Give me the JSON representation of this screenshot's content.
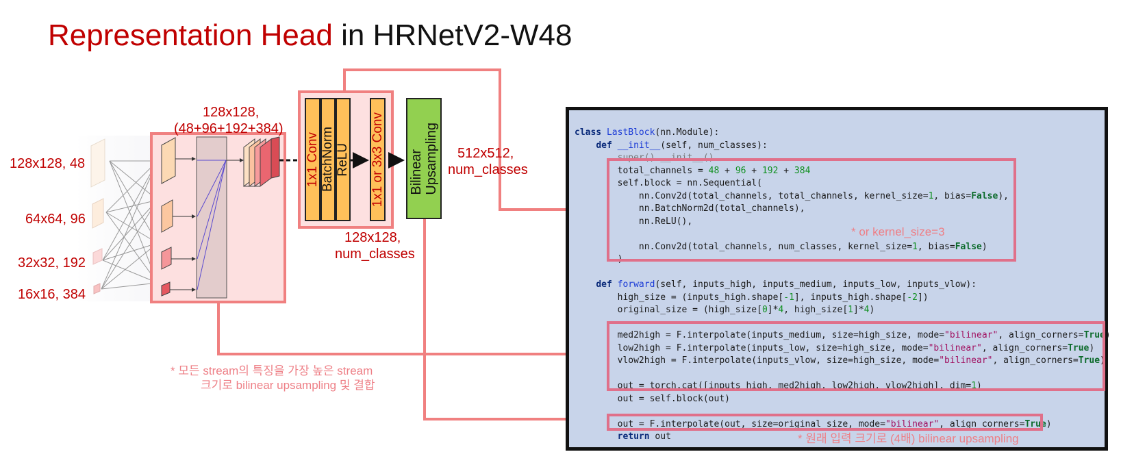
{
  "title": {
    "red": "Representation Head",
    "black": " in HRNetV2-W48"
  },
  "inputs": [
    "128x128, 48",
    "64x64, 96",
    "32x32, 192",
    "16x16, 384"
  ],
  "concat_label": {
    "line1": "128x128,",
    "line2": "(48+96+192+384)"
  },
  "blocks": {
    "conv": "1x1 Conv",
    "bn": "BatchNorm",
    "relu": "ReLU",
    "conv2": "1x1 or 3x3 Conv",
    "upsample_l1": "Bilinear",
    "upsample_l2": "Upsampling"
  },
  "head_output": {
    "line1": "128x128,",
    "line2": "num_classes"
  },
  "final_output": {
    "line1": "512x512,",
    "line2": "num_classes"
  },
  "notes": {
    "kernel": "* or kernel_size=3",
    "concat_l1": "* 모든 stream의 특징을 가장 높은 stream",
    "concat_l2": "크기로 bilinear upsampling 및 결합",
    "upsample": "* 원래 입력 크기로 (4배) bilinear upsampling"
  },
  "code_lines": [
    [
      [
        "class ",
        "kw"
      ],
      [
        "LastBlock",
        "fn"
      ],
      [
        "(nn.Module):",
        ""
      ]
    ],
    [
      [
        "    ",
        ""
      ],
      [
        "def ",
        "kw"
      ],
      [
        "__init__",
        "fn"
      ],
      [
        "(self, num_classes):",
        ""
      ]
    ],
    [
      [
        "        super().__init__()",
        "ghost"
      ]
    ],
    [
      [
        "        total_channels = ",
        ""
      ],
      [
        "48",
        "num"
      ],
      [
        " + ",
        ""
      ],
      [
        "96",
        "num"
      ],
      [
        " + ",
        ""
      ],
      [
        "192",
        "num"
      ],
      [
        " + ",
        ""
      ],
      [
        "384",
        "num"
      ]
    ],
    [
      [
        "        self.block = nn.Sequential(",
        ""
      ]
    ],
    [
      [
        "            nn.Conv2d(total_channels, total_channels, kernel_size=",
        ""
      ],
      [
        "1",
        "num"
      ],
      [
        ", bias=",
        ""
      ],
      [
        "False",
        "bool"
      ],
      [
        "),",
        ""
      ]
    ],
    [
      [
        "            nn.BatchNorm2d(total_channels),",
        ""
      ]
    ],
    [
      [
        "            nn.ReLU(),",
        ""
      ]
    ],
    [
      [
        "",
        ""
      ]
    ],
    [
      [
        "            nn.Conv2d(total_channels, num_classes, kernel_size=",
        ""
      ],
      [
        "1",
        "num"
      ],
      [
        ", bias=",
        ""
      ],
      [
        "False",
        "bool"
      ],
      [
        ")",
        ""
      ]
    ],
    [
      [
        "        )",
        ""
      ]
    ],
    [
      [
        "",
        ""
      ]
    ],
    [
      [
        "    ",
        ""
      ],
      [
        "def ",
        "kw"
      ],
      [
        "forward",
        "fn"
      ],
      [
        "(self, inputs_high, inputs_medium, inputs_low, inputs_vlow):",
        ""
      ]
    ],
    [
      [
        "        high_size = (inputs_high.shape[",
        ""
      ],
      [
        "-1",
        "num"
      ],
      [
        "], inputs_high.shape[",
        ""
      ],
      [
        "-2",
        "num"
      ],
      [
        "])",
        ""
      ]
    ],
    [
      [
        "        original_size = (high_size[",
        ""
      ],
      [
        "0",
        "num"
      ],
      [
        "]*",
        ""
      ],
      [
        "4",
        "num"
      ],
      [
        ", high_size[",
        ""
      ],
      [
        "1",
        "num"
      ],
      [
        "]*",
        ""
      ],
      [
        "4",
        "num"
      ],
      [
        ")",
        ""
      ]
    ],
    [
      [
        "",
        ""
      ]
    ],
    [
      [
        "        med2high = F.interpolate(inputs_medium, size=high_size, mode=",
        ""
      ],
      [
        "\"bilinear\"",
        "str"
      ],
      [
        ", align_corners=",
        ""
      ],
      [
        "True",
        "bool"
      ],
      [
        ")",
        ""
      ]
    ],
    [
      [
        "        low2high = F.interpolate(inputs_low, size=high_size, mode=",
        ""
      ],
      [
        "\"bilinear\"",
        "str"
      ],
      [
        ", align_corners=",
        ""
      ],
      [
        "True",
        "bool"
      ],
      [
        ")",
        ""
      ]
    ],
    [
      [
        "        vlow2high = F.interpolate(inputs_vlow, size=high_size, mode=",
        ""
      ],
      [
        "\"bilinear\"",
        "str"
      ],
      [
        ", align_corners=",
        ""
      ],
      [
        "True",
        "bool"
      ],
      [
        ")",
        ""
      ]
    ],
    [
      [
        "",
        ""
      ]
    ],
    [
      [
        "        out = torch.cat([inputs_high, med2high, low2high, vlow2high], dim=",
        ""
      ],
      [
        "1",
        "num"
      ],
      [
        ")",
        ""
      ]
    ],
    [
      [
        "        out = self.block(out)",
        ""
      ]
    ],
    [
      [
        "",
        ""
      ]
    ],
    [
      [
        "        out = F.interpolate(out, size=original_size, mode=",
        ""
      ],
      [
        "\"bilinear\"",
        "str"
      ],
      [
        ", align_corners=",
        ""
      ],
      [
        "True",
        "bool"
      ],
      [
        ")",
        ""
      ]
    ],
    [
      [
        "        ",
        ""
      ],
      [
        "return",
        "kw"
      ],
      [
        " out",
        ""
      ]
    ]
  ],
  "colors": {
    "red_text": "#c00000",
    "connector": "#f08080",
    "head_block": "#ffc05a",
    "upsample_block": "#92d050",
    "code_bg": "#c8d4ea",
    "highlight": "#e0708a"
  }
}
